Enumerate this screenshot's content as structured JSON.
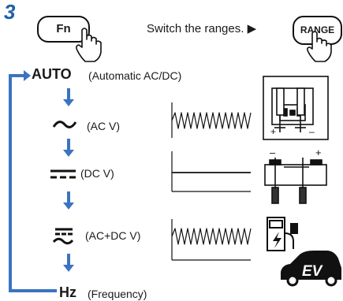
{
  "step_number": "3",
  "fn_key": {
    "label": "Fn"
  },
  "range_key": {
    "label": "RANGE"
  },
  "instruction": "Switch the ranges. ▶",
  "modes": {
    "auto": {
      "label": "AUTO",
      "description": "(Automatic AC/DC)"
    },
    "ac_v": {
      "label": "(AC V)"
    },
    "dc_v": {
      "label": "(DC V)"
    },
    "acdc_v": {
      "label": "(AC+DC V)"
    },
    "hz": {
      "label": "Hz",
      "description": "(Frequency)"
    }
  },
  "ev_badge": "EV",
  "colors": {
    "accent_blue": "#3b73c2",
    "step_blue": "#1f5fa8"
  }
}
